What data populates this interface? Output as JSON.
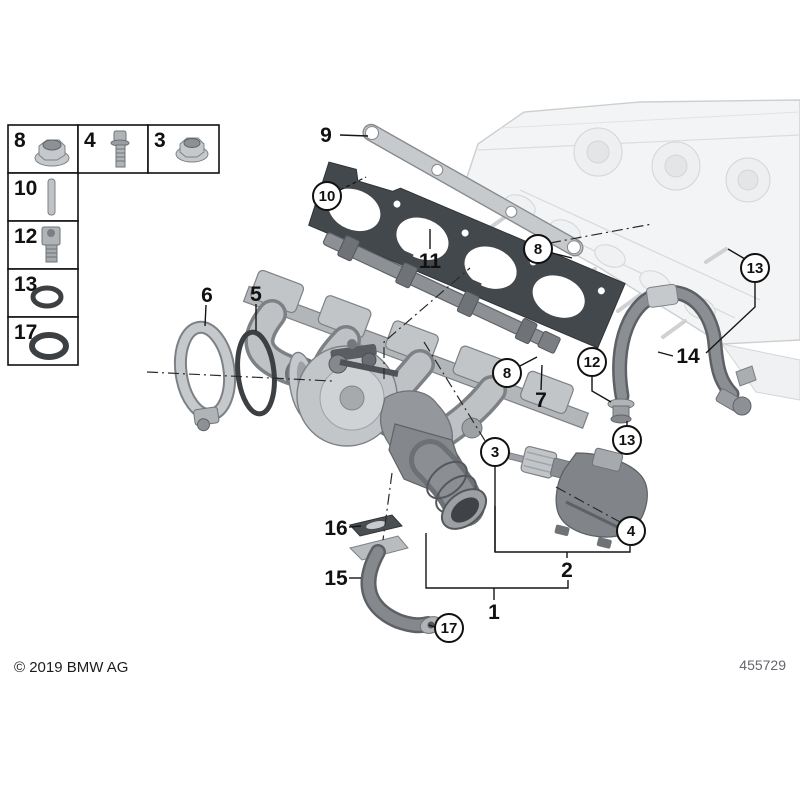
{
  "diagram": {
    "footer": {
      "copyright": "© 2019 BMW AG",
      "number": "455729"
    },
    "legend": {
      "items": [
        {
          "label": "8",
          "icon": "flange-nut-icon"
        },
        {
          "label": "4",
          "icon": "screw-icon"
        },
        {
          "label": "3",
          "icon": "flange-nut-icon"
        },
        {
          "label": "10",
          "icon": "stud-pin-icon"
        },
        {
          "label": "12",
          "icon": "socket-head-bolt-icon"
        },
        {
          "label": "13",
          "icon": "o-ring-small-icon"
        },
        {
          "label": "17",
          "icon": "o-ring-large-icon"
        }
      ]
    },
    "callouts": [
      {
        "label": "9",
        "style": "plain"
      },
      {
        "label": "10",
        "style": "circled"
      },
      {
        "label": "11",
        "style": "plain"
      },
      {
        "label": "8",
        "style": "circled"
      },
      {
        "label": "13",
        "style": "circled"
      },
      {
        "label": "6",
        "style": "plain"
      },
      {
        "label": "5",
        "style": "plain"
      },
      {
        "label": "12",
        "style": "circled"
      },
      {
        "label": "14",
        "style": "plain"
      },
      {
        "label": "8",
        "style": "circled"
      },
      {
        "label": "7",
        "style": "plain"
      },
      {
        "label": "13",
        "style": "circled"
      },
      {
        "label": "3",
        "style": "circled"
      },
      {
        "label": "4",
        "style": "circled"
      },
      {
        "label": "2",
        "style": "plain"
      },
      {
        "label": "16",
        "style": "plain"
      },
      {
        "label": "15",
        "style": "plain"
      },
      {
        "label": "1",
        "style": "plain"
      },
      {
        "label": "17",
        "style": "circled"
      }
    ],
    "colors": {
      "line": "#151515",
      "part_light": "#c6c9cc",
      "part_mid": "#a0a4a8",
      "part_dark": "#75797d",
      "gasket_dark": "#43484d",
      "head_faded": "#e9ebec",
      "footer_number": "#63676b"
    }
  }
}
